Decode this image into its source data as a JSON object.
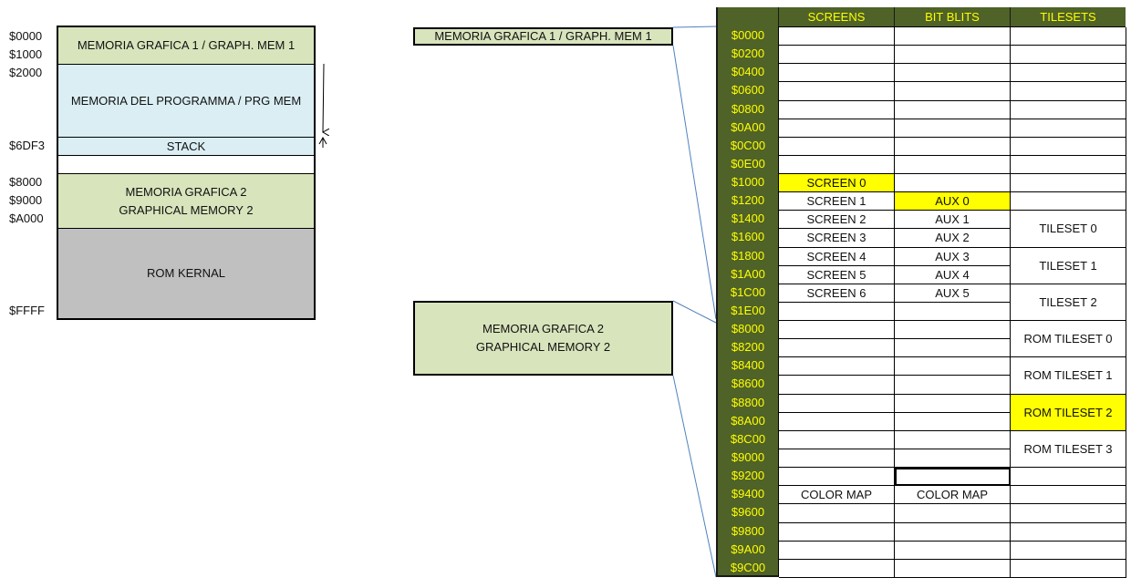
{
  "left_map": {
    "addresses": [
      "$0000",
      "$1000",
      "$2000",
      "$6DF3",
      "$8000",
      "$9000",
      "$A000",
      "$FFFF"
    ],
    "blocks": {
      "graph_mem_1": "MEMORIA GRAFICA 1 / GRAPH. MEM 1",
      "prg_mem": "MEMORIA DEL PROGRAMMA / PRG MEM",
      "stack": "STACK",
      "graph_mem_2_line1": "MEMORIA GRAFICA 2",
      "graph_mem_2_line2": "GRAPHICAL MEMORY 2",
      "rom_kernal": "ROM KERNAL"
    }
  },
  "middle": {
    "graph_mem_1": "MEMORIA GRAFICA 1 / GRAPH. MEM 1",
    "graph_mem_2_line1": "MEMORIA GRAFICA 2",
    "graph_mem_2_line2": "GRAPHICAL MEMORY 2"
  },
  "table": {
    "headers": [
      "SCREENS",
      "BIT BLITS",
      "TILESETS"
    ],
    "addresses": [
      "$0000",
      "$0200",
      "$0400",
      "$0600",
      "$0800",
      "$0A00",
      "$0C00",
      "$0E00",
      "$1000",
      "$1200",
      "$1400",
      "$1600",
      "$1800",
      "$1A00",
      "$1C00",
      "$1E00",
      "$8000",
      "$8200",
      "$8400",
      "$8600",
      "$8800",
      "$8A00",
      "$8C00",
      "$9000",
      "$9200",
      "$9400",
      "$9600",
      "$9800",
      "$9A00",
      "$9C00"
    ],
    "screens": [
      "",
      "",
      "",
      "",
      "",
      "",
      "",
      "",
      "SCREEN 0",
      "SCREEN 1",
      "SCREEN 2",
      "SCREEN 3",
      "SCREEN 4",
      "SCREEN 5",
      "SCREEN 6",
      "",
      "",
      "",
      "",
      "",
      "",
      "",
      "",
      "",
      "",
      "COLOR MAP",
      "",
      "",
      "",
      ""
    ],
    "bitblits": [
      "",
      "",
      "",
      "",
      "",
      "",
      "",
      "",
      "",
      "AUX 0",
      "AUX 1",
      "AUX 2",
      "AUX 3",
      "AUX 4",
      "AUX 5",
      "",
      "",
      "",
      "",
      "",
      "",
      "",
      "",
      "",
      "",
      "COLOR MAP",
      "",
      "",
      "",
      ""
    ],
    "tilesets": [
      {
        "label": "TILESET 0",
        "start": 10,
        "span": 2
      },
      {
        "label": "TILESET 1",
        "start": 12,
        "span": 2
      },
      {
        "label": "TILESET 2",
        "start": 14,
        "span": 2
      },
      {
        "label": "ROM TILESET 0",
        "start": 16,
        "span": 2
      },
      {
        "label": "ROM TILESET 1",
        "start": 18,
        "span": 2
      },
      {
        "label": "ROM TILESET 2",
        "start": 20,
        "span": 2,
        "highlight": true
      },
      {
        "label": "ROM TILESET 3",
        "start": 22,
        "span": 2
      }
    ],
    "highlight_color": "#ffff00",
    "header_bg": "#4f6228",
    "header_text_color": "#ffff00"
  }
}
